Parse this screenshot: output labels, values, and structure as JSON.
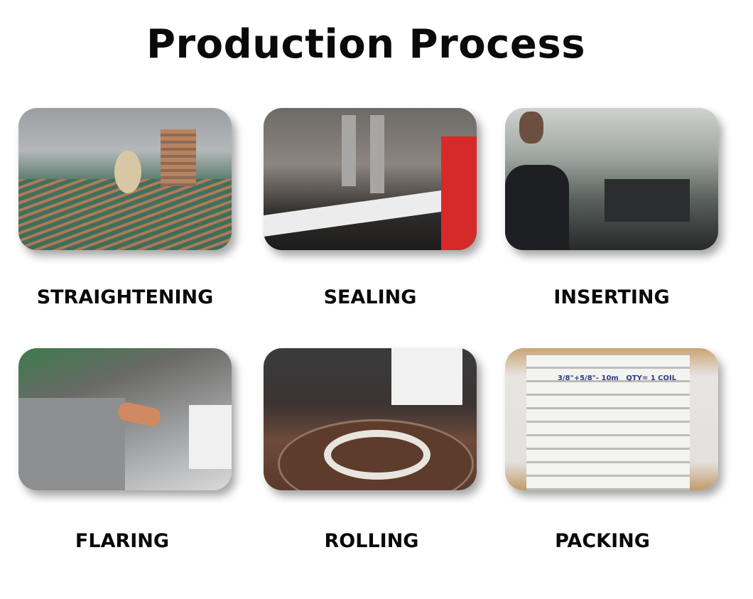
{
  "header": {
    "title": "Production Process"
  },
  "steps": [
    {
      "label": "STRAIGHTENING",
      "image": "copper-tubes-warehouse-photo"
    },
    {
      "label": "SEALING",
      "image": "sealing-machine-photo"
    },
    {
      "label": "INSERTING",
      "image": "worker-inserting-photo"
    },
    {
      "label": "FLARING",
      "image": "flaring-machine-photo"
    },
    {
      "label": "ROLLING",
      "image": "coil-rolling-photo"
    },
    {
      "label": "PACKING",
      "image": "packed-boxes-photo"
    }
  ],
  "packing_box_text": {
    "size": "3/8\"+5/8\"- 10m",
    "qty": "QTY= 1 COIL"
  }
}
